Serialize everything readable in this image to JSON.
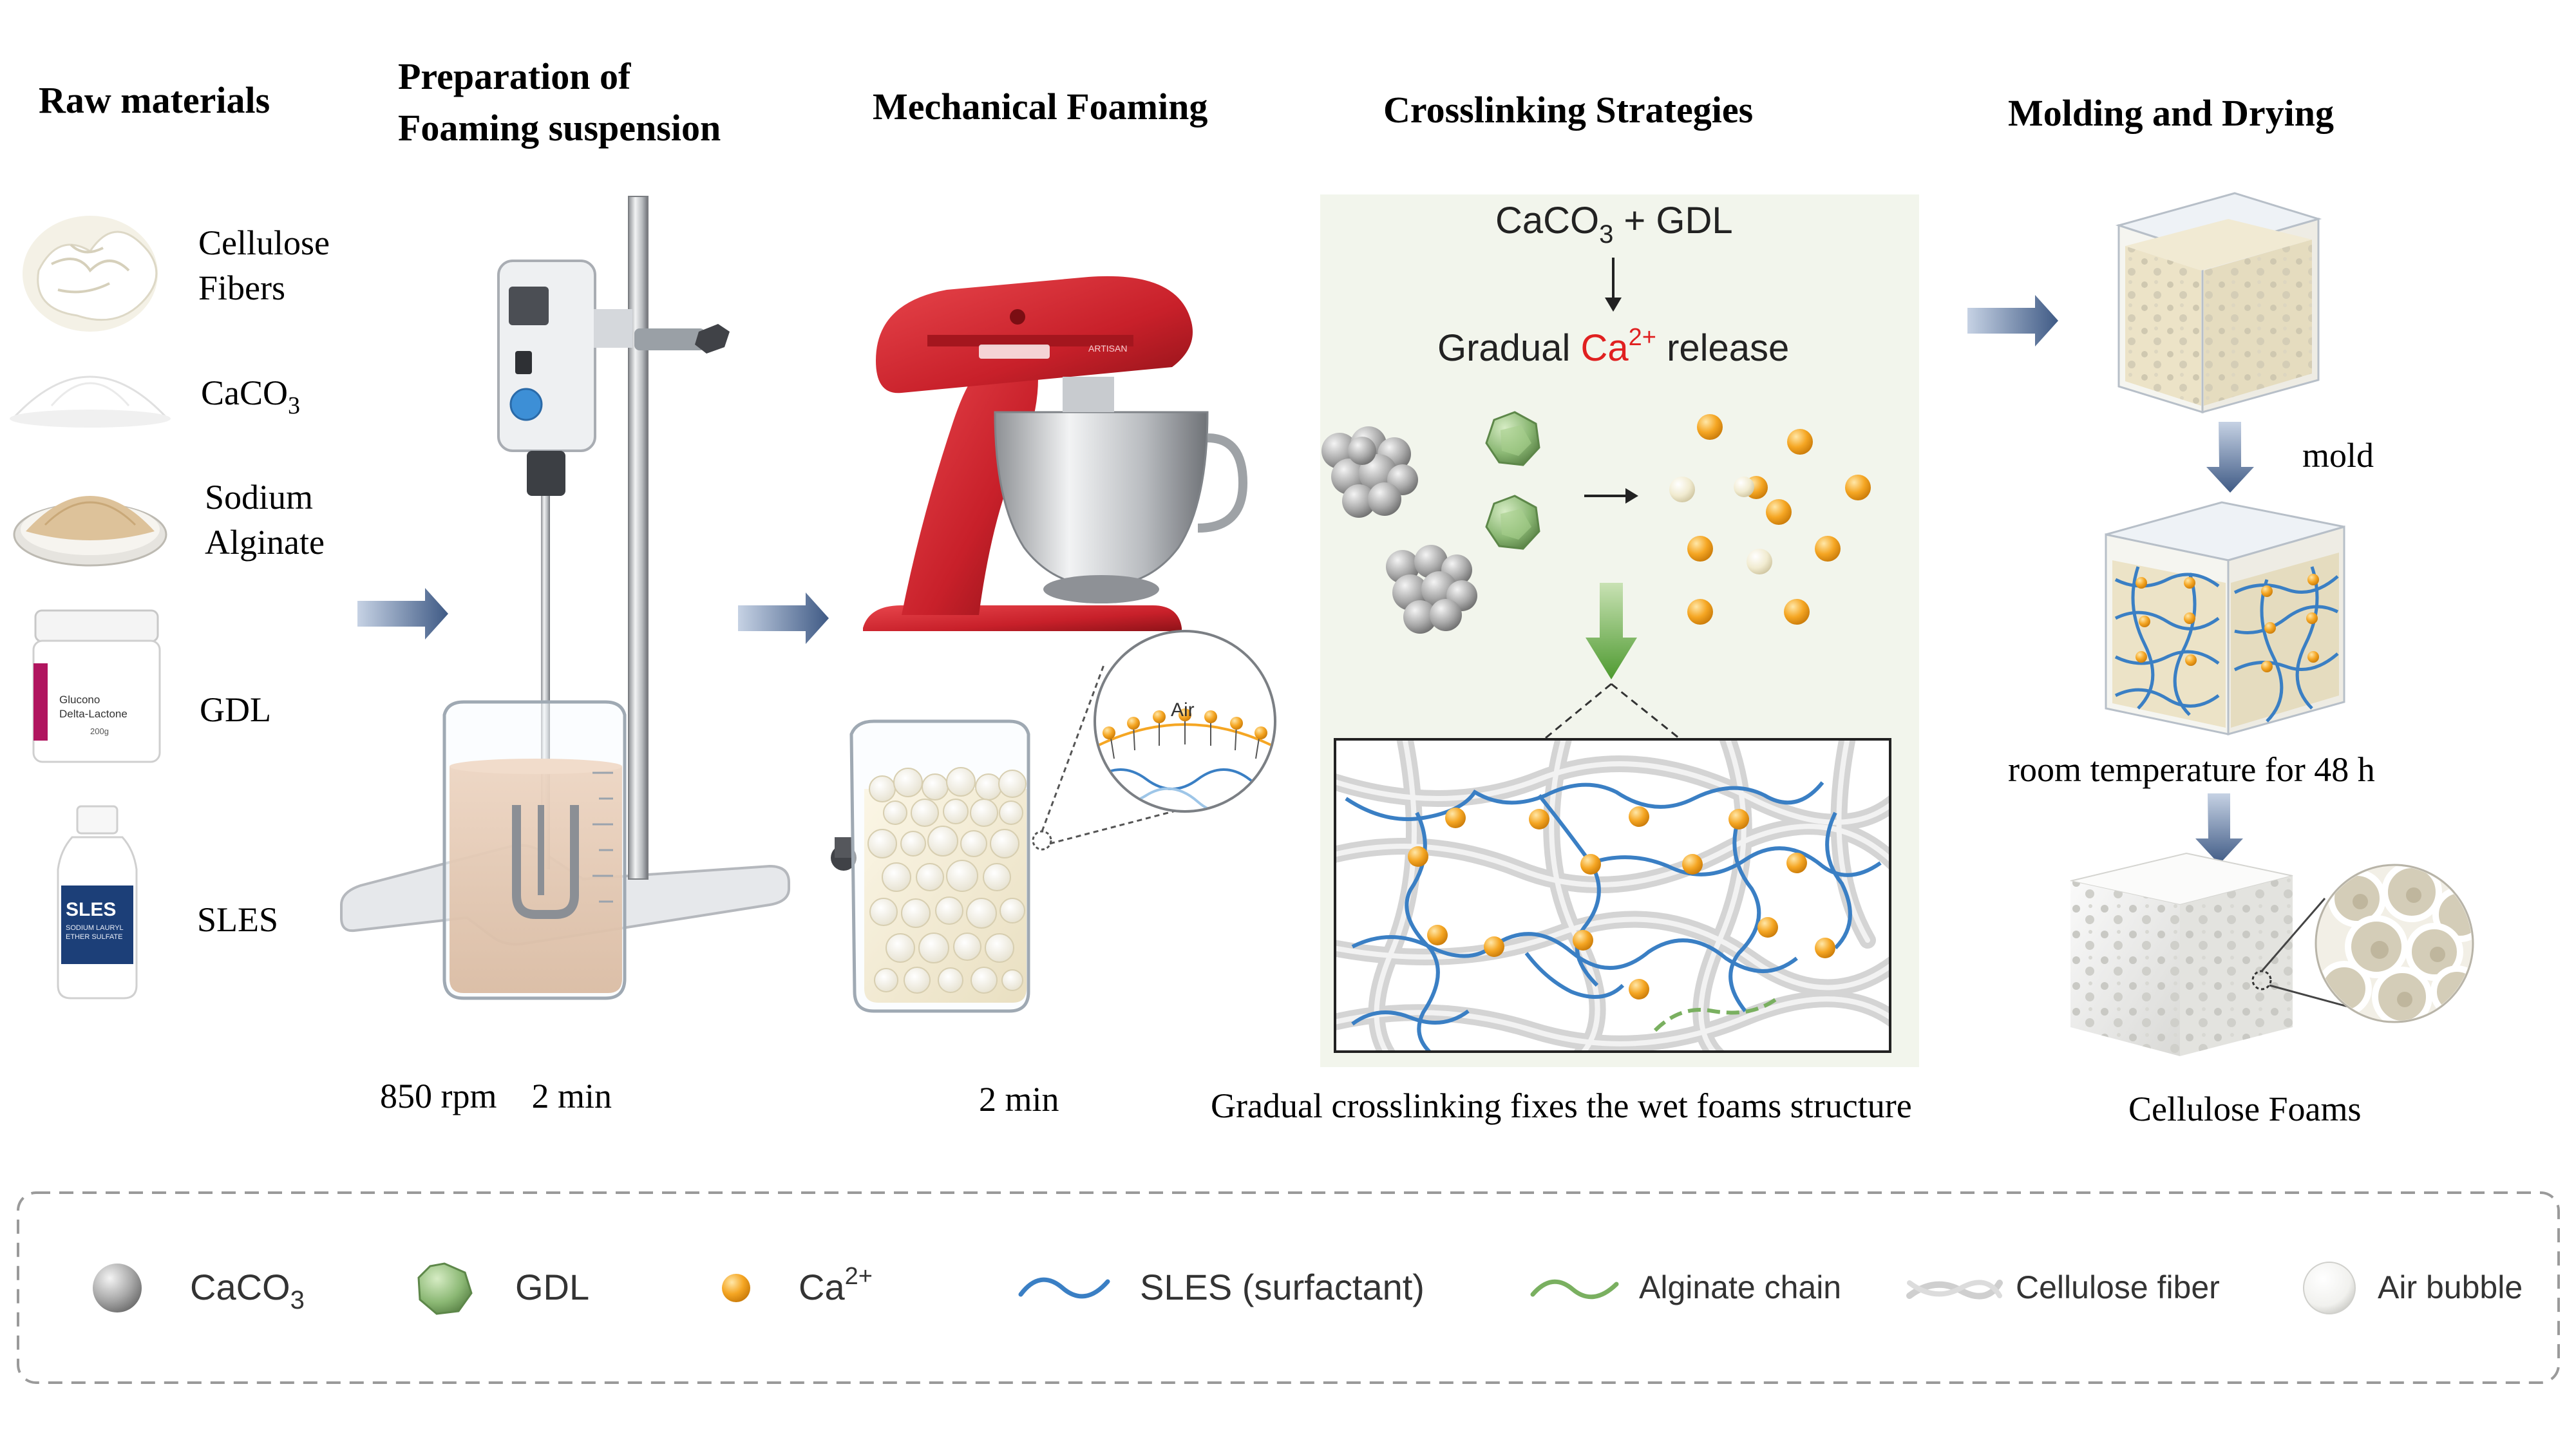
{
  "stages": {
    "raw": "Raw materials",
    "prep_line1": "Preparation of",
    "prep_line2": "Foaming suspension",
    "foaming": "Mechanical Foaming",
    "crosslink": "Crosslinking Strategies",
    "molding": "Molding and Drying"
  },
  "materials": {
    "cellulose_line1": "Cellulose",
    "cellulose_line2": "Fibers",
    "caco3_main": "CaCO",
    "caco3_sub": "3",
    "sodium_line1": "Sodium",
    "sodium_line2": "Alginate",
    "gdl": "GDL",
    "sles": "SLES",
    "gdl_jar_label1": "Glucono",
    "gdl_jar_label2": "Delta-Lactone",
    "gdl_jar_weight": "200g",
    "sles_bottle_label": "SLES",
    "sles_bottle_sub1": "SODIUM LAURYL",
    "sles_bottle_sub2": "ETHER SULFATE"
  },
  "prep": {
    "caption": "850 rpm    2 min"
  },
  "foam": {
    "caption": "2 min",
    "air_label": "Air",
    "mixer_brand": "ARTISAN"
  },
  "crosslinking": {
    "reaction_caco3": "CaCO",
    "reaction_caco3_sub": "3",
    "reaction_plus_gdl": "+ GDL",
    "release_prefix": "Gradual ",
    "release_ion": "Ca",
    "release_charge": "2+",
    "release_suffix": " release",
    "caption": "Gradual crosslinking fixes the wet foams structure"
  },
  "molding": {
    "step1": "mold",
    "step2": "room temperature for 48 h",
    "result": "Cellulose Foams"
  },
  "legend": {
    "caco3": "CaCO",
    "caco3_sub": "3",
    "gdl": "GDL",
    "ca": "Ca",
    "ca_charge": "2+",
    "sles": "SLES (surfactant)",
    "alginate": "Alginate chain",
    "cellulose": "Cellulose fiber",
    "air": "Air bubble"
  },
  "colors": {
    "arrow_blue": "#4a6690",
    "calcium_orange": "#f5a623",
    "gdl_green": "#7fa868",
    "sles_blue": "#3a7fc4",
    "alginate_green": "#7ab060",
    "mixer_red": "#c8202a",
    "panel_bg": "#f2f5ec",
    "release_red": "#e02020"
  }
}
